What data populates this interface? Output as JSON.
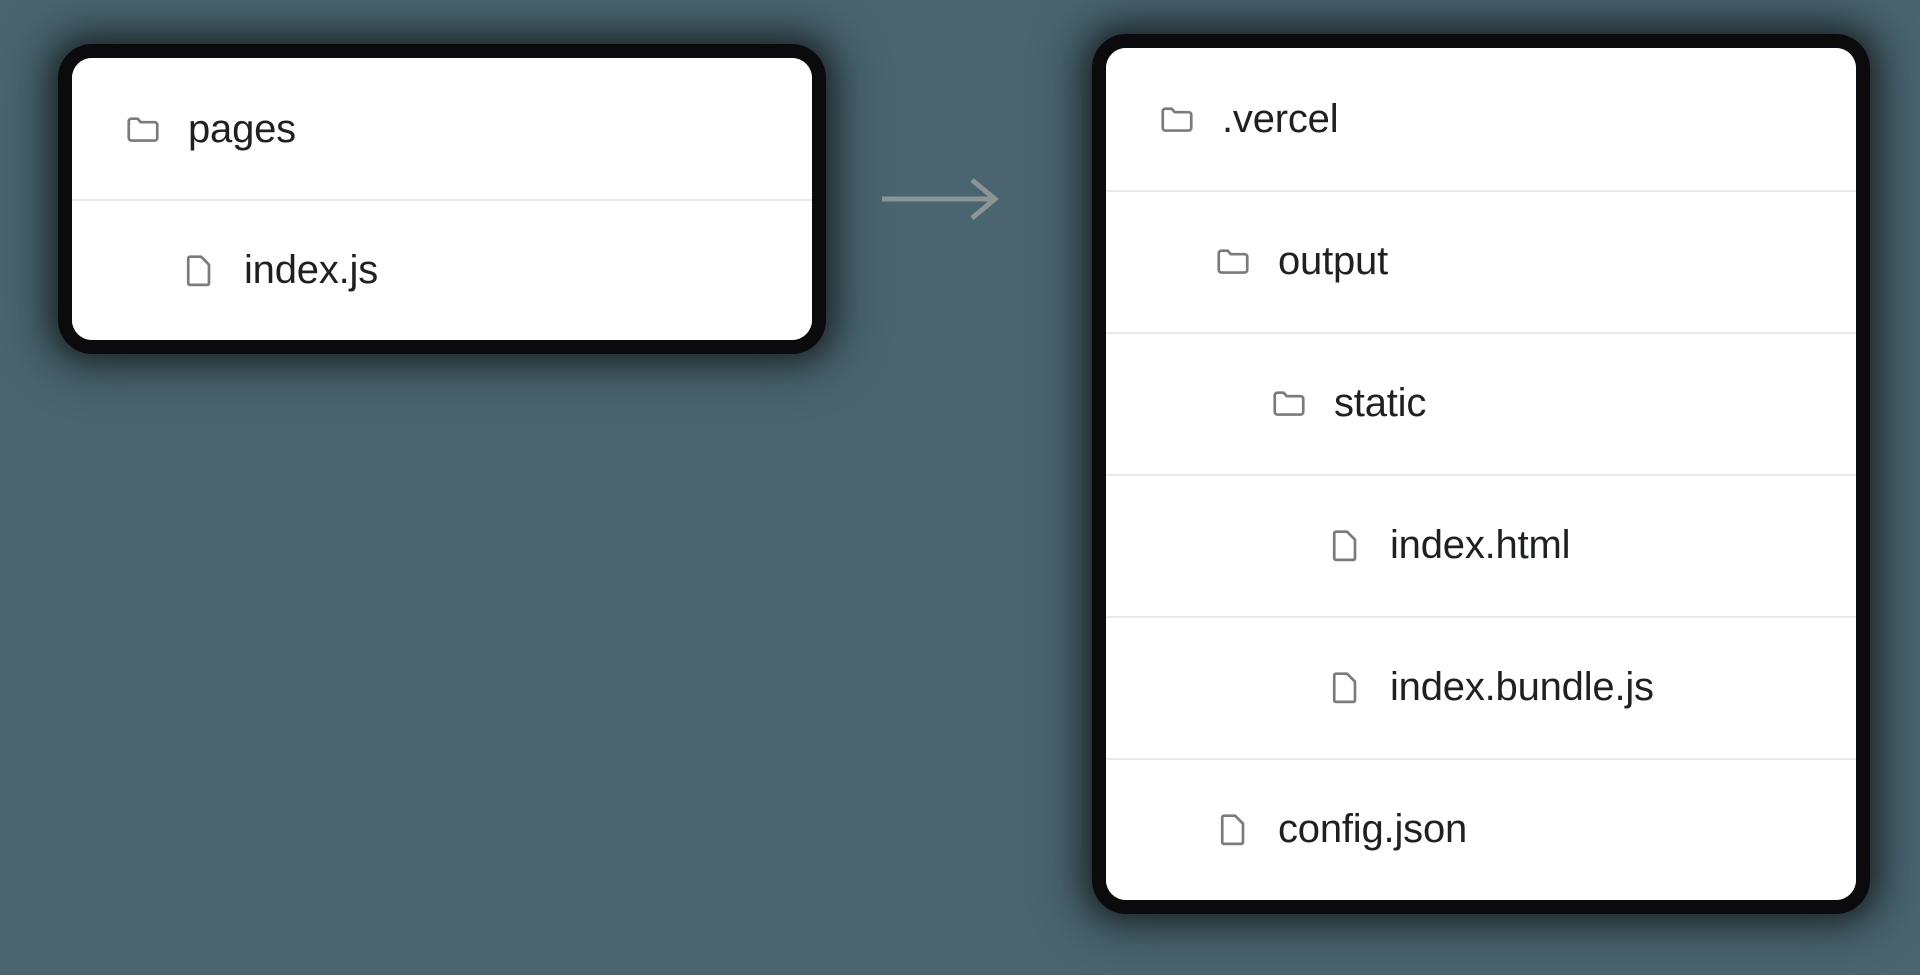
{
  "background_color": "#4a6570",
  "card_color": "#ffffff",
  "text_color": "#1e2024",
  "icon_color": "#7b7b7e",
  "divider_color": "#e9e9ea",
  "arrow": {
    "icon": "arrow-right-icon",
    "color": "#8b9496",
    "direction": "right"
  },
  "source_tree": {
    "name": "source-file-tree",
    "rows": [
      {
        "label": "pages",
        "icon": "folder-icon",
        "depth": 0,
        "type": "folder"
      },
      {
        "label": "index.js",
        "icon": "file-icon",
        "depth": 1,
        "type": "file"
      }
    ]
  },
  "output_tree": {
    "name": "build-output-file-tree",
    "rows": [
      {
        "label": ".vercel",
        "icon": "folder-icon",
        "depth": 0,
        "type": "folder"
      },
      {
        "label": "output",
        "icon": "folder-icon",
        "depth": 1,
        "type": "folder"
      },
      {
        "label": "static",
        "icon": "folder-icon",
        "depth": 2,
        "type": "folder"
      },
      {
        "label": "index.html",
        "icon": "file-icon",
        "depth": 3,
        "type": "file"
      },
      {
        "label": "index.bundle.js",
        "icon": "file-icon",
        "depth": 3,
        "type": "file"
      },
      {
        "label": "config.json",
        "icon": "file-icon",
        "depth": 1,
        "type": "file"
      }
    ]
  }
}
